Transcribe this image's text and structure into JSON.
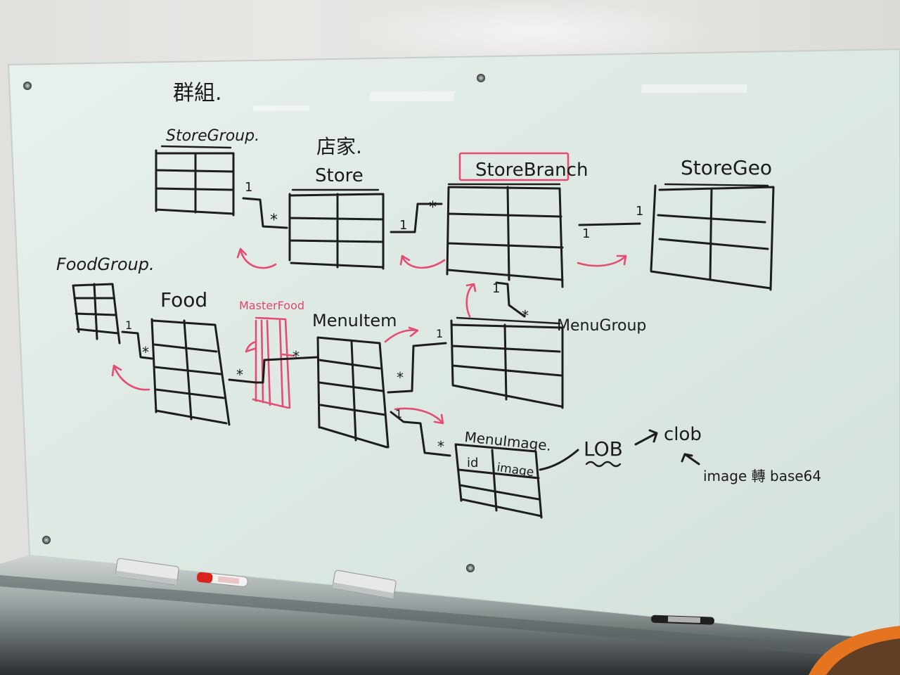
{
  "labels": {
    "group_cn": "群組.",
    "store_group": "StoreGroup.",
    "store_cn": "店家.",
    "store": "Store",
    "store_branch": "StoreBranch",
    "store_geo": "StoreGeo",
    "food_group": "FoodGroup.",
    "food": "Food",
    "master_food": "MasterFood",
    "menu_item": "MenuItem",
    "menu_group": "MenuGroup",
    "menu_image": "MenuImage.",
    "col_id": "id",
    "col_image": "image",
    "lob": "LOB",
    "clob": "clob",
    "image_note": "image 轉 base64"
  },
  "cardinality": {
    "one": "1",
    "many": "*"
  },
  "colors": {
    "ink": "#1d1d1d",
    "red_marker": "#e44c72",
    "board": "#dfe9e3"
  },
  "icons": {
    "eraser": "eraser-icon",
    "marker_red": "red-marker-icon",
    "marker_black": "black-marker-icon",
    "board_pin": "board-pin-icon"
  }
}
